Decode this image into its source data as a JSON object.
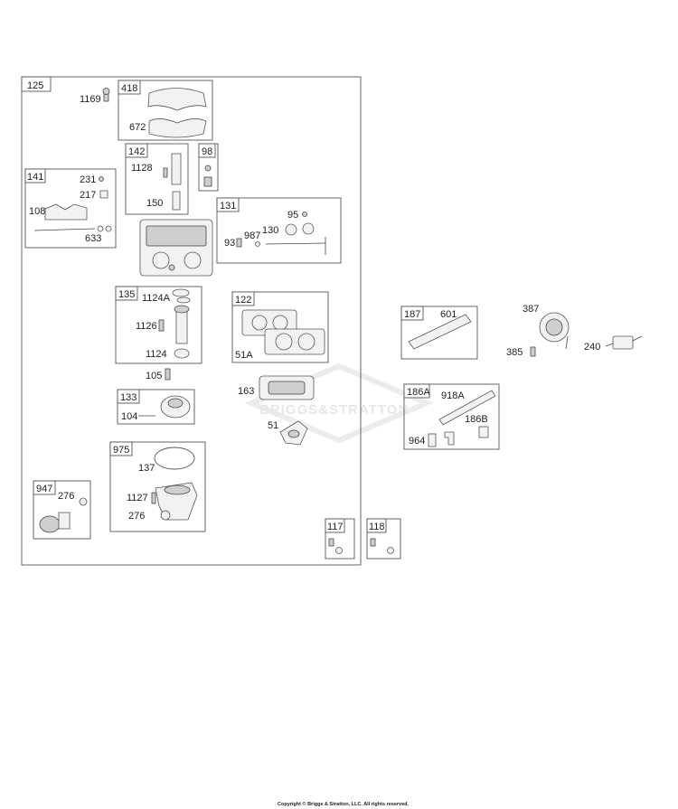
{
  "watermark": "BRIGGS&STRATTON",
  "copyright": "Copyright © Briggs & Stratton, LLC. All rights reserved.",
  "labels": {
    "g125": "125",
    "p1169": "1169",
    "g418": "418",
    "p672": "672",
    "g142": "142",
    "p1128": "1128",
    "p150": "150",
    "g98": "98",
    "g141": "141",
    "p231": "231",
    "p217": "217",
    "p108": "108",
    "p633": "633",
    "g131": "131",
    "p95": "95",
    "p130": "130",
    "p987": "987",
    "p93": "93",
    "g135": "135",
    "p1124A": "1124A",
    "p1126": "1126",
    "p1124": "1124",
    "p105": "105",
    "g122": "122",
    "p51A": "51A",
    "g133": "133",
    "p104": "104",
    "p163": "163",
    "p51": "51",
    "g975": "975",
    "p137": "137",
    "p1127": "1127",
    "p276b": "276",
    "g947": "947",
    "p276a": "276",
    "g117": "117",
    "g118": "118",
    "g187": "187",
    "p601": "601",
    "p387": "387",
    "p385": "385",
    "p240": "240",
    "g186A": "186A",
    "p918A": "918A",
    "p186B": "186B",
    "p964": "964"
  }
}
